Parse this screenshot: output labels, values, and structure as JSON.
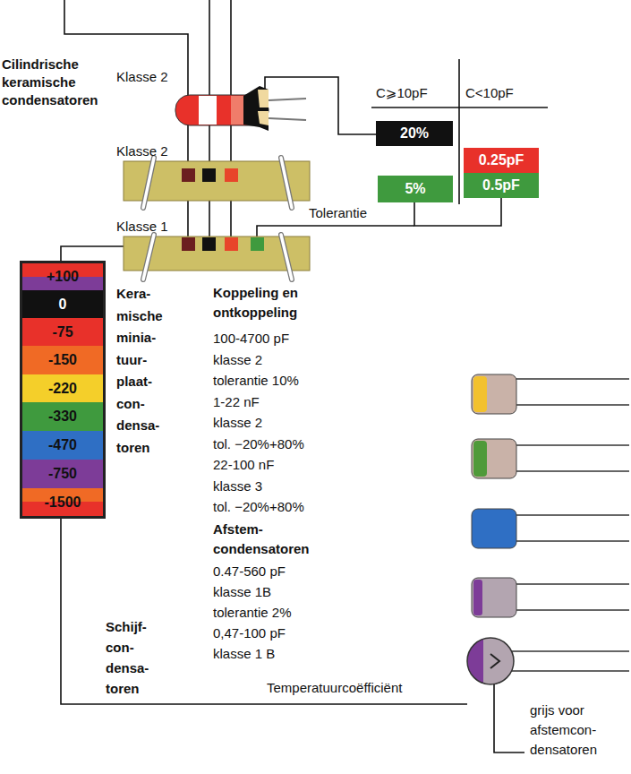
{
  "diagram": {
    "nodes": [
      {
        "text": [
          "20%"
        ]
      },
      {
        "text": [
          "0.25pF"
        ]
      },
      {
        "text": [
          "0.5pF"
        ]
      },
      {
        "text": [
          "5%"
        ]
      },
      {
        "text": [
          "+100"
        ]
      },
      {
        "text": [
          "0"
        ]
      },
      {
        "text": [
          "-75"
        ]
      },
      {
        "text": [
          "-150"
        ]
      },
      {
        "text": [
          "-220"
        ]
      },
      {
        "text": [
          "-330"
        ]
      },
      {
        "text": [
          "-470"
        ]
      },
      {
        "text": [
          "-750"
        ]
      },
      {
        "text": [
          "-1500"
        ]
      }
    ],
    "labels": [
      "Cilindrische keramische condensatoren",
      "Klasse 2",
      "C⩾10pF",
      "C<10pF",
      "Klasse 2",
      "Tolerantie",
      "Klasse 1",
      "Kera- mische minia- tuur- plaat- con- densa- toren",
      "Koppeling en ontkoppeling",
      "100-4700 pF",
      "klasse 2",
      "tolerantie 10%",
      "1-22 nF",
      "klasse 2",
      "tol. −20%+80%",
      "22-100 nF",
      "klasse 3",
      "tol. −20%+80%",
      "Afstem- condensatoren",
      "0.47-560 pF",
      "klasse 1B",
      "tolerantie 2%",
      "Schijf- con- densa- toren",
      "0,47-100 pF",
      "klasse 1 B",
      "Temperatuurcoëfficiënt",
      "grijs voor afstemcon- densatoren"
    ]
  }
}
